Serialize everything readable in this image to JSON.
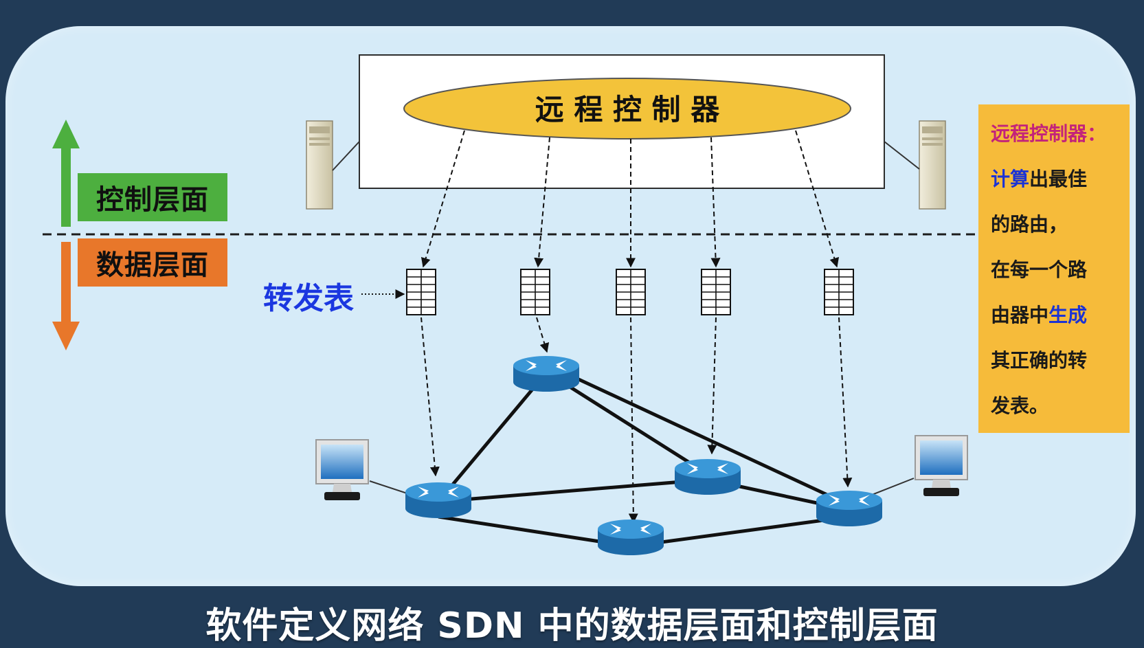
{
  "controller": {
    "label": "远 程 控 制 器"
  },
  "planes": {
    "control_label": "控制层面",
    "data_label": "数据层面"
  },
  "forwarding_table_label": "转发表",
  "note": {
    "line1": "远程控制器：",
    "line2_hl": "计算",
    "line2_rest": "出最佳",
    "line3": "的路由，",
    "line4": "在每一个路",
    "line5_pre": "由器中",
    "line5_hl": "生成",
    "line6": "其正确的转",
    "line7": "发表。"
  },
  "caption": "软件定义网络 SDN 中的数据层面和控制层面",
  "colors": {
    "controller_fill": "#f3c33a",
    "control_plane": "#4daf3f",
    "data_plane": "#e8772a",
    "router": "#2f86c6",
    "note_bg": "#f6bb3a",
    "label_blue": "#1b37e0"
  }
}
